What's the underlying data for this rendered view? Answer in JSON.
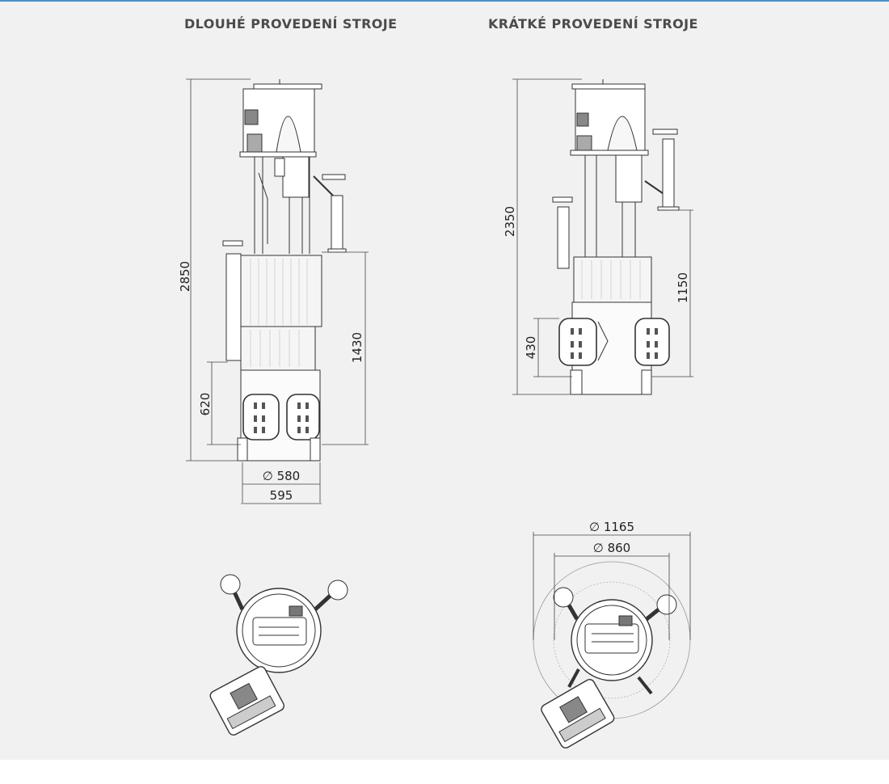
{
  "titles": {
    "long": "DLOUHÉ PROVEDENÍ STROJE",
    "short": "KRÁTKÉ PROVEDENÍ STROJE"
  },
  "long_version": {
    "height_total": "2850",
    "height_column": "1430",
    "height_base": "620",
    "diameter": "∅ 580",
    "width": "595"
  },
  "short_version": {
    "height_total": "2350",
    "height_column": "1150",
    "height_base": "430",
    "diameter_outer": "∅ 1165",
    "diameter_inner": "∅ 860"
  },
  "colors": {
    "accent": "#4a90c8",
    "background": "#f1f1f1",
    "title": "#4b4b4b"
  }
}
